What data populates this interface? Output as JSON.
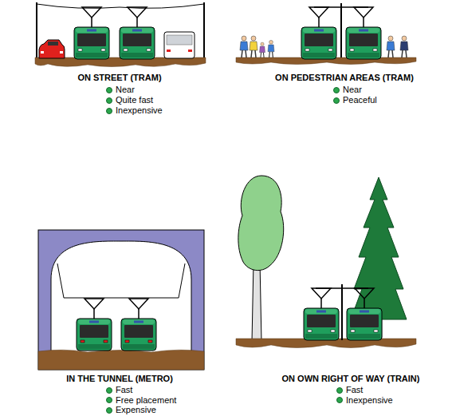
{
  "diagram": {
    "labels": [
      "ON STREET (TRAM)",
      "Near",
      "Quite fast",
      "Inexpensive",
      "ON PEDESTRIAN AREAS (TRAM)",
      "Near",
      "Peaceful",
      "IN THE TUNNEL (METRO)",
      "Fast",
      "Free placement",
      "Expensive",
      "ON OWN RIGHT OF WAY (TRAIN)",
      "Fast",
      "Inexpensive"
    ]
  }
}
